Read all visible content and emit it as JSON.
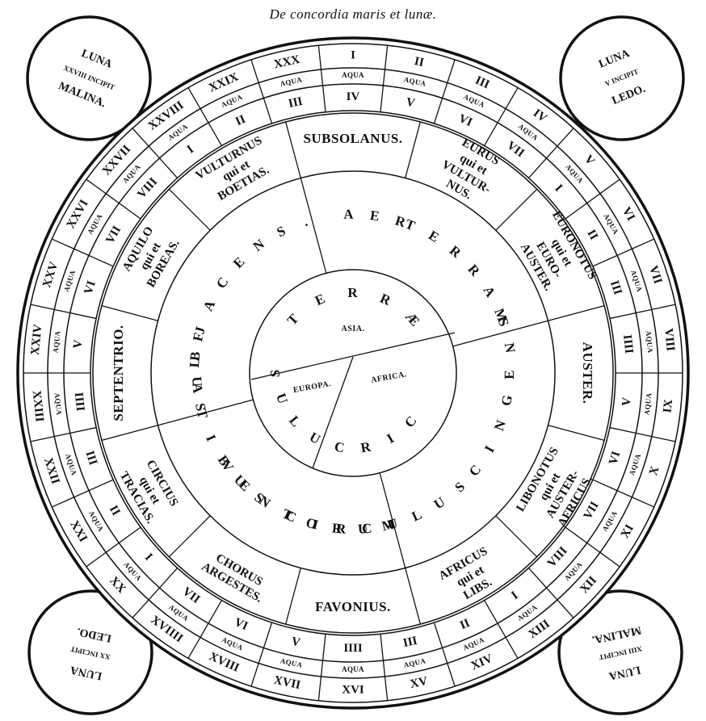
{
  "title": "De concordia maris et lunæ.",
  "outer_ring": [
    "I",
    "II",
    "III",
    "IV",
    "V",
    "VI",
    "VII",
    "VIII",
    "IX",
    "X",
    "XI",
    "XII",
    "XIII",
    "XIV",
    "XV",
    "XVI",
    "XVII",
    "XVIII",
    "XVIIII",
    "XX",
    "XXI",
    "XXII",
    "XXIII",
    "XXIV",
    "XXV",
    "XXVI",
    "XXVII",
    "XXVIII",
    "XXIX",
    "XXX"
  ],
  "aqua_label": "AQUA",
  "middle_ring": [
    "IV",
    "V",
    "VI",
    "VII",
    "I",
    "II",
    "III",
    "IIII",
    "V",
    "VI",
    "VII",
    "VIII",
    "I",
    "II",
    "III",
    "IIII",
    "V",
    "VI",
    "VII",
    "I",
    "II",
    "III",
    "IIII",
    "V",
    "VI",
    "VII",
    "VIII",
    "I",
    "II",
    "III"
  ],
  "winds": [
    {
      "lines": [
        "SUBSOLANUS."
      ]
    },
    {
      "lines": [
        "EURUS",
        "qui et",
        "VULTUR-",
        "NUS."
      ]
    },
    {
      "lines": [
        "EURONOTUS",
        "qui et",
        "EURO-",
        "AUSTER."
      ]
    },
    {
      "lines": [
        "AUSTER."
      ]
    },
    {
      "lines": [
        "LIBONOTUS",
        "qui et",
        "AUSTER-",
        "AFRICUS."
      ]
    },
    {
      "lines": [
        "AFRICUS",
        "qui et",
        "LIBS."
      ]
    },
    {
      "lines": [
        "FAVONIUS."
      ]
    },
    {
      "lines": [
        "CHORUS",
        "ARGESTES."
      ]
    },
    {
      "lines": [
        "CIRCIUS",
        "qui et",
        "TRACIAS."
      ]
    },
    {
      "lines": [
        "SEPTENTRIO."
      ]
    },
    {
      "lines": [
        "AQUILO",
        "qui et",
        "BOREAS."
      ]
    },
    {
      "lines": [
        "VULTURNUS",
        "qui et",
        "BOETIAS."
      ]
    }
  ],
  "inner_band_words": [
    "AER",
    "TERRAM",
    "CINGENS",
    "CIRCULUS",
    "VENTORUM",
    "FLATIBUS",
    "SUBJACENS."
  ],
  "terrae": "TERRÆ",
  "continents": {
    "asia": "ASIA.",
    "europa": "EUROPA.",
    "africa": "AFRICA."
  },
  "europa_circle": "CIRCULUS",
  "corners": {
    "top_left": {
      "line1": "LUNA",
      "line2": "XXVIII INCIPIT",
      "line3": "MALINA."
    },
    "top_right": {
      "line1": "LUNA",
      "line2": "V INCIPIT",
      "line3": "LEDO."
    },
    "bottom_left": {
      "line1": "LUNA",
      "line2": "XX INCIPIT",
      "line3": "LEDO."
    },
    "bottom_right": {
      "line1": "LUNA",
      "line2": "XIII INCIPIT",
      "line3": "MALINA."
    }
  }
}
